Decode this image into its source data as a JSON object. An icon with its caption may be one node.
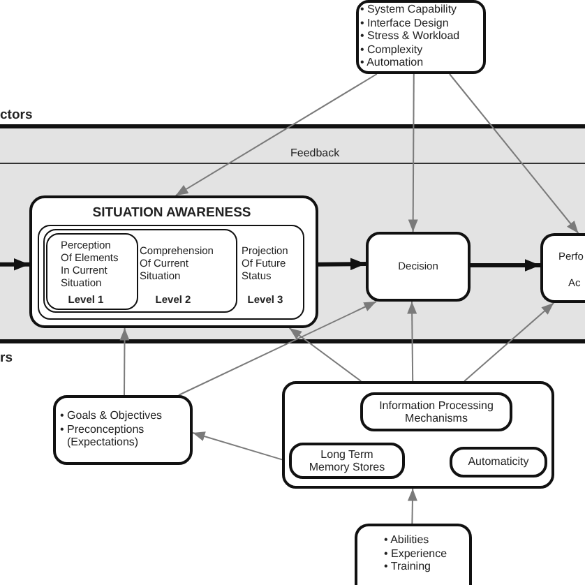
{
  "diagram": {
    "nodes": [
      {
        "text": [
          "• System Capability",
          "• Interface Design",
          "• Stress & Workload",
          "• Complexity",
          "• Automation"
        ]
      },
      {
        "text": [
          "SITUATION AWARENESS"
        ]
      },
      {
        "text": [
          "Projection Of Future Status",
          "Level 3"
        ],
        "in": 1
      },
      {
        "text": [
          "Comprehension Of Current Situation",
          "Level 2"
        ],
        "in": 2
      },
      {
        "text": [
          "Perception Of Elements In Current Situation",
          "Level 1"
        ],
        "in": 3
      },
      {
        "text": [
          "Decision"
        ]
      },
      {
        "text": [
          "Perfo",
          "Ac"
        ]
      },
      {
        "text": [
          "• Goals & Objectives",
          "• Preconceptions (Expectations)"
        ]
      },
      {
        "text": [],
        "shape": "box"
      },
      {
        "text": [
          "Information Processing Mechanisms"
        ],
        "in": 8
      },
      {
        "text": [
          "Long Term Memory Stores"
        ],
        "in": 8
      },
      {
        "text": [
          "Automaticity"
        ],
        "in": 8
      },
      {
        "text": [
          "• Abilities",
          "• Experience",
          "• Training"
        ]
      }
    ],
    "edges": [
      {
        "from": null,
        "to": 1,
        "arrow": "to",
        "style": "thick",
        "color": "#111111"
      },
      {
        "from": 1,
        "to": 5,
        "arrow": "to",
        "style": "thick",
        "color": "#111111"
      },
      {
        "from": 5,
        "to": 6,
        "arrow": "to",
        "style": "thick",
        "color": "#111111"
      },
      {
        "from": 0,
        "to": 1,
        "arrow": "to"
      },
      {
        "from": 0,
        "to": 5,
        "arrow": "to"
      },
      {
        "from": 0,
        "to": 6,
        "arrow": "to"
      },
      {
        "from": 7,
        "to": 1,
        "arrow": "to"
      },
      {
        "from": 7,
        "to": 5,
        "arrow": "to"
      },
      {
        "from": 8,
        "to": 1,
        "arrow": "to"
      },
      {
        "from": 8,
        "to": 5,
        "arrow": "to"
      },
      {
        "from": 8,
        "to": 6,
        "arrow": "to"
      },
      {
        "from": 8,
        "to": 7,
        "arrow": "to"
      },
      {
        "from": 12,
        "to": 8,
        "arrow": "to"
      }
    ],
    "labels": [
      "ctors",
      "Feedback",
      "rs"
    ]
  }
}
